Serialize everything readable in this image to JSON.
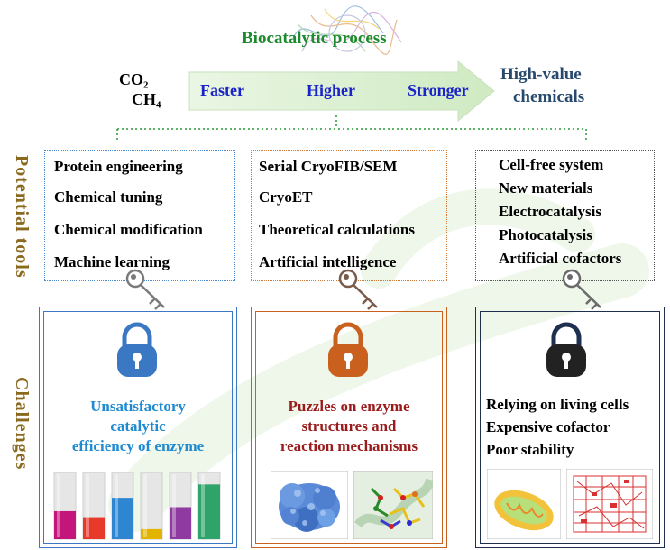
{
  "header": {
    "title": "Biocatalytic process",
    "reactant_1": "CO₂",
    "reactant_2": "CH₄",
    "arrow_labels": [
      "Faster",
      "Higher",
      "Stronger"
    ],
    "product_line_1": "High-value",
    "product_line_2": "chemicals"
  },
  "side_labels": {
    "tools": "Potential tools",
    "challenges": "Challenges"
  },
  "tools": {
    "left": [
      "Protein engineering",
      "Chemical tuning",
      "Chemical modification",
      "Machine learning"
    ],
    "middle": [
      "Serial CryoFIB/SEM",
      "CryoET",
      "Theoretical calculations",
      "Artificial intelligence"
    ],
    "right": [
      "Cell-free system",
      "New materials",
      "Electrocatalysis",
      "Photocatalysis",
      "Artificial cofactors"
    ]
  },
  "challenges": {
    "left": [
      "Unsatisfactory",
      "catalytic",
      "efficiency of enzyme"
    ],
    "middle": [
      "Puzzles on enzyme",
      "structures and",
      "reaction mechanisms"
    ],
    "right": [
      "Relying on living cells",
      "Expensive cofactor",
      "Poor stability"
    ]
  },
  "colors": {
    "left_accent": "#3a78c4",
    "middle_accent": "#c9601e",
    "right_accent": "#1f2f4f",
    "left_text": "#1f8ad0",
    "middle_text": "#9a1b1b",
    "arrow": "#d9f0cf",
    "green_title": "#1e8a2e"
  },
  "bar_chart_decoration": {
    "fill_levels": [
      0.42,
      0.33,
      0.62,
      0.15,
      0.48,
      0.82
    ],
    "colors": [
      "#c4167a",
      "#e83a2a",
      "#2e86d0",
      "#e2b400",
      "#8e3aa0",
      "#2ea36a"
    ]
  }
}
